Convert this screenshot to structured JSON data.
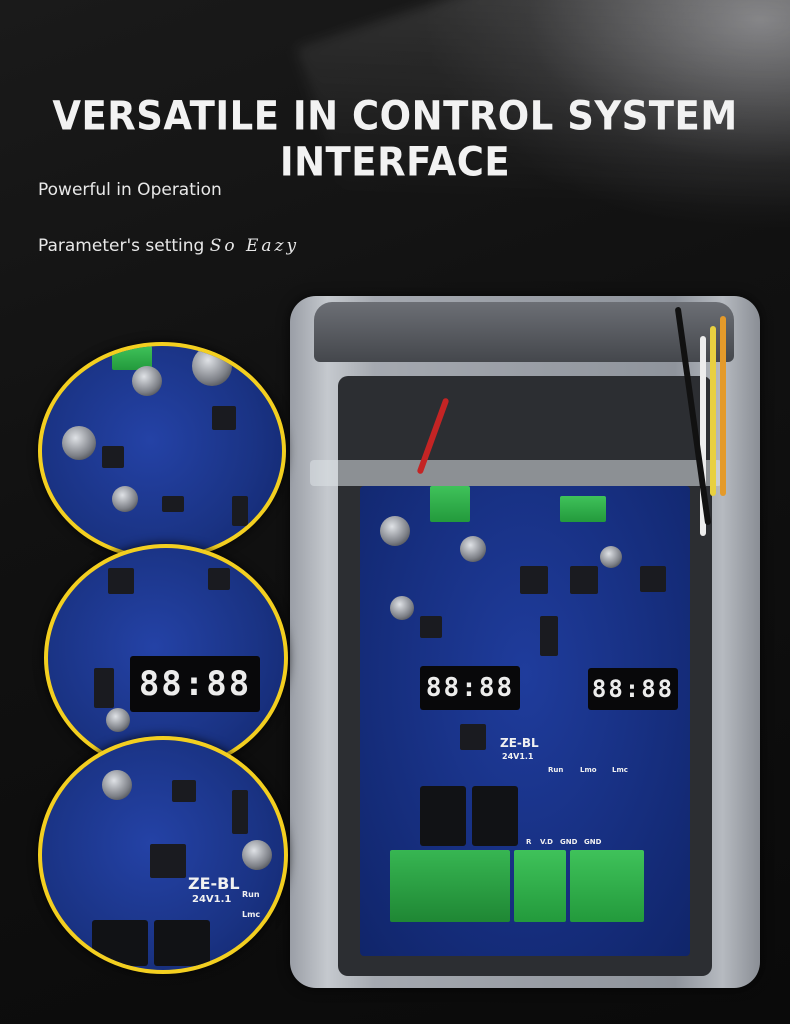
{
  "headline": "VERSATILE IN CONTROL SYSTEM INTERFACE",
  "features": {
    "line1": "Powerful in Operation",
    "line2_prefix": "Parameter's setting ",
    "line2_suffix": "So Eazy"
  },
  "board": {
    "model": "ZE-BL",
    "version": "24V1.1",
    "display_digits": "88:88",
    "labels": {
      "run": "Run",
      "lmo": "Lmo",
      "lmc": "Lmc",
      "terminals": [
        "R",
        "V.D",
        "GND",
        "GND"
      ]
    }
  },
  "zoom": {
    "model": "ZE-BL",
    "version": "24V1.1",
    "display_digits": "88:88",
    "run_label": "Run",
    "lmc_label": "Lmc"
  },
  "colors": {
    "accent_ring": "#f3cf20",
    "pcb_blue": "#1a3384",
    "terminal_green": "#2fae4a",
    "background": "#0d0d0d"
  }
}
